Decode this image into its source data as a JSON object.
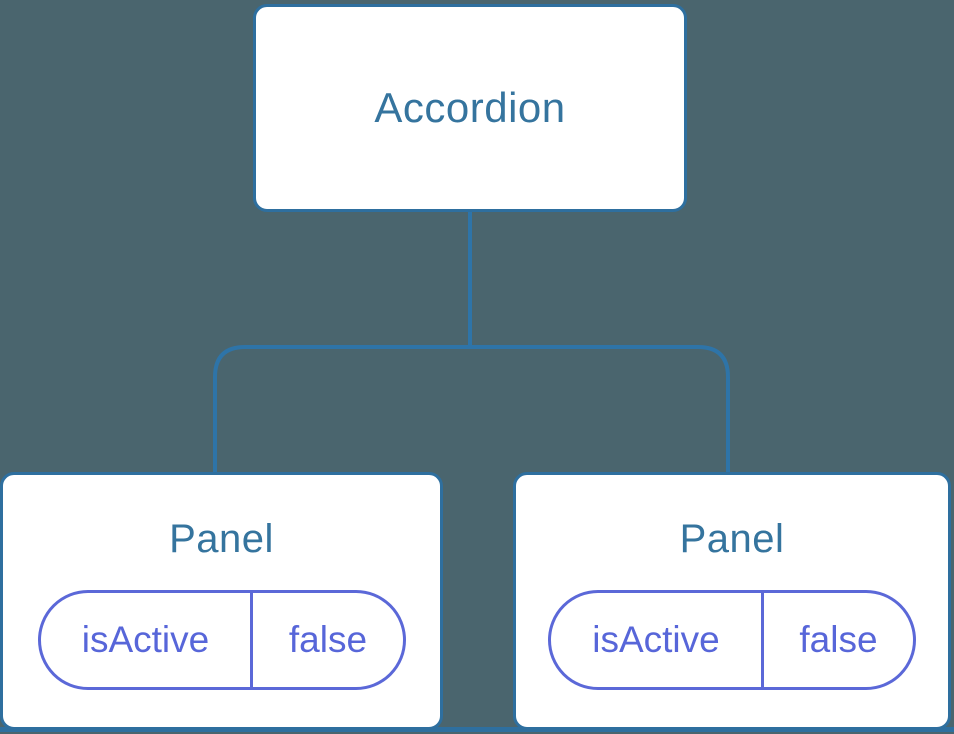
{
  "diagram": {
    "description": "Component tree: Accordion parent with two Panel children, each holding state isActive = false",
    "root": {
      "label": "Accordion"
    },
    "children": [
      {
        "label": "Panel",
        "state": {
          "key": "isActive",
          "value": "false"
        }
      },
      {
        "label": "Panel",
        "state": {
          "key": "isActive",
          "value": "false"
        }
      }
    ]
  },
  "colors": {
    "background": "#4A656E",
    "node_background": "#FFFFFF",
    "node_border": "#2E6F9F",
    "node_text": "#35749E",
    "connector": "#2E74A8",
    "pill_border": "#5B68D8",
    "pill_text": "#5766D9"
  }
}
